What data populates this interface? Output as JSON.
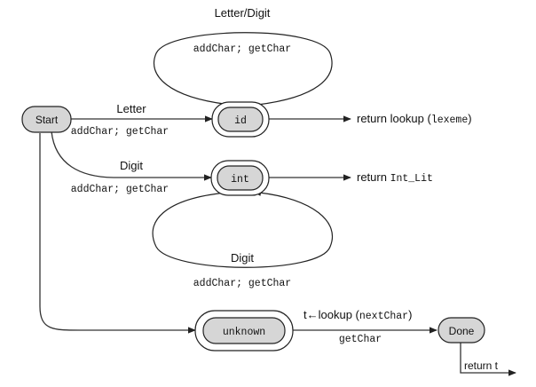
{
  "states": {
    "start": "Start",
    "id": "id",
    "int": "int",
    "unknown": "unknown",
    "done": "Done"
  },
  "edges": {
    "letter_label": "Letter",
    "letter_action": "addChar; getChar",
    "digit_label": "Digit",
    "digit_action": "addChar; getChar",
    "id_loop_label": "Letter/Digit",
    "id_loop_action": "addChar; getChar",
    "int_loop_label": "Digit",
    "int_loop_action": "addChar; getChar",
    "unknown_to_done_label": "t←lookup (nextChar)",
    "unknown_to_done_action": "getChar"
  },
  "outputs": {
    "id_return_text": "return lookup (",
    "id_return_code": "lexeme",
    "id_return_close": ")",
    "int_return_text": "return ",
    "int_return_code": "Int_Lit",
    "done_return": "return t"
  },
  "colors": {
    "state_fill": "#d6d6d6",
    "stroke": "#222222"
  }
}
